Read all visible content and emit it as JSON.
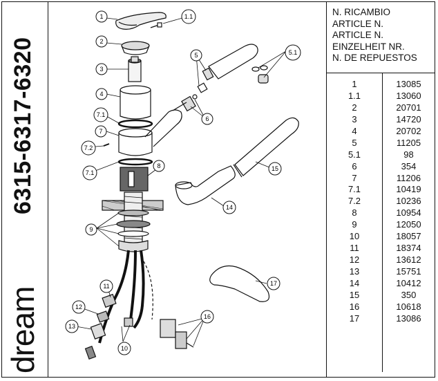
{
  "model_code": "6315-6317-6320",
  "brand": "dream",
  "table": {
    "header_lines": [
      "N. RICAMBIO",
      "ARTICLE N.",
      "ARTICLE N.",
      "EINZELHEIT NR.",
      "N. DE REPUESTOS"
    ],
    "rows": [
      {
        "pos": "1",
        "code": "13085"
      },
      {
        "pos": "1.1",
        "code": "13060"
      },
      {
        "pos": "2",
        "code": "20701"
      },
      {
        "pos": "3",
        "code": "14720"
      },
      {
        "pos": "4",
        "code": "20702"
      },
      {
        "pos": "5",
        "code": "11205"
      },
      {
        "pos": "5.1",
        "code": "98"
      },
      {
        "pos": "6",
        "code": "354"
      },
      {
        "pos": "7",
        "code": "11206"
      },
      {
        "pos": "7.1",
        "code": "10419"
      },
      {
        "pos": "7.2",
        "code": "10236"
      },
      {
        "pos": "8",
        "code": "10954"
      },
      {
        "pos": "9",
        "code": "12050"
      },
      {
        "pos": "10",
        "code": "18057"
      },
      {
        "pos": "11",
        "code": "18374"
      },
      {
        "pos": "12",
        "code": "13612"
      },
      {
        "pos": "13",
        "code": "15751"
      },
      {
        "pos": "14",
        "code": "10412"
      },
      {
        "pos": "15",
        "code": "350"
      },
      {
        "pos": "16",
        "code": "10618"
      },
      {
        "pos": "17",
        "code": "13086"
      }
    ]
  },
  "callouts": {
    "c1": "1",
    "c1_1": "1.1",
    "c2": "2",
    "c3": "3",
    "c4": "4",
    "c5": "5",
    "c5_1": "5.1",
    "c6": "6",
    "c7": "7",
    "c7_1a": "7.1",
    "c7_1b": "7.1",
    "c7_2": "7.2",
    "c8": "8",
    "c9": "9",
    "c10": "10",
    "c11": "11",
    "c12": "12",
    "c13": "13",
    "c14": "14",
    "c15": "15",
    "c16": "16",
    "c17": "17"
  }
}
